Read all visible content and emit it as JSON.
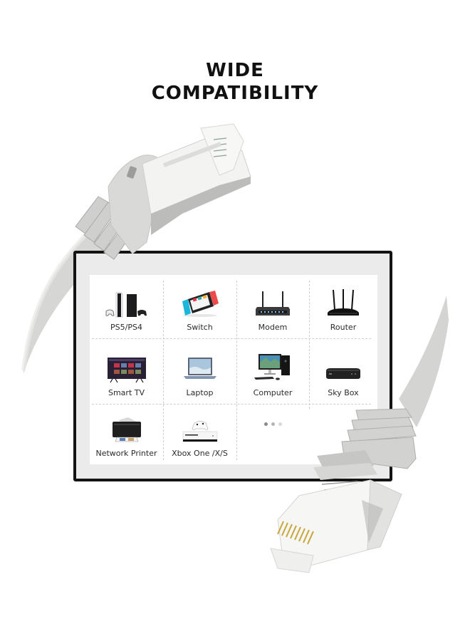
{
  "heading": {
    "line1": "WIDE",
    "line2": "COMPATIBILITY"
  },
  "devices": [
    {
      "label": "PS5/PS4",
      "icon": "game-console-icon"
    },
    {
      "label": "Switch",
      "icon": "handheld-console-icon"
    },
    {
      "label": "Modem",
      "icon": "modem-icon"
    },
    {
      "label": "Router",
      "icon": "router-icon"
    },
    {
      "label": "Smart TV",
      "icon": "smart-tv-icon"
    },
    {
      "label": "Laptop",
      "icon": "laptop-icon"
    },
    {
      "label": "Computer",
      "icon": "desktop-computer-icon"
    },
    {
      "label": "Sky Box",
      "icon": "set-top-box-icon"
    },
    {
      "label": "Network Printer",
      "icon": "printer-icon"
    },
    {
      "label": "Xbox One /X/S",
      "icon": "xbox-console-icon"
    }
  ],
  "more_indicator": {
    "dot_colors": [
      "#8a8a8a",
      "#b5b5b5",
      "#d9d9d9"
    ]
  },
  "colors": {
    "frame": "#141414",
    "frame_fill": "#ebebeb",
    "panel": "#ffffff",
    "cable": "#d9d9d7",
    "cable_shadow": "#b9b9b7",
    "connector_clear": "#f4f4f2",
    "pins": "#c9a53a"
  }
}
